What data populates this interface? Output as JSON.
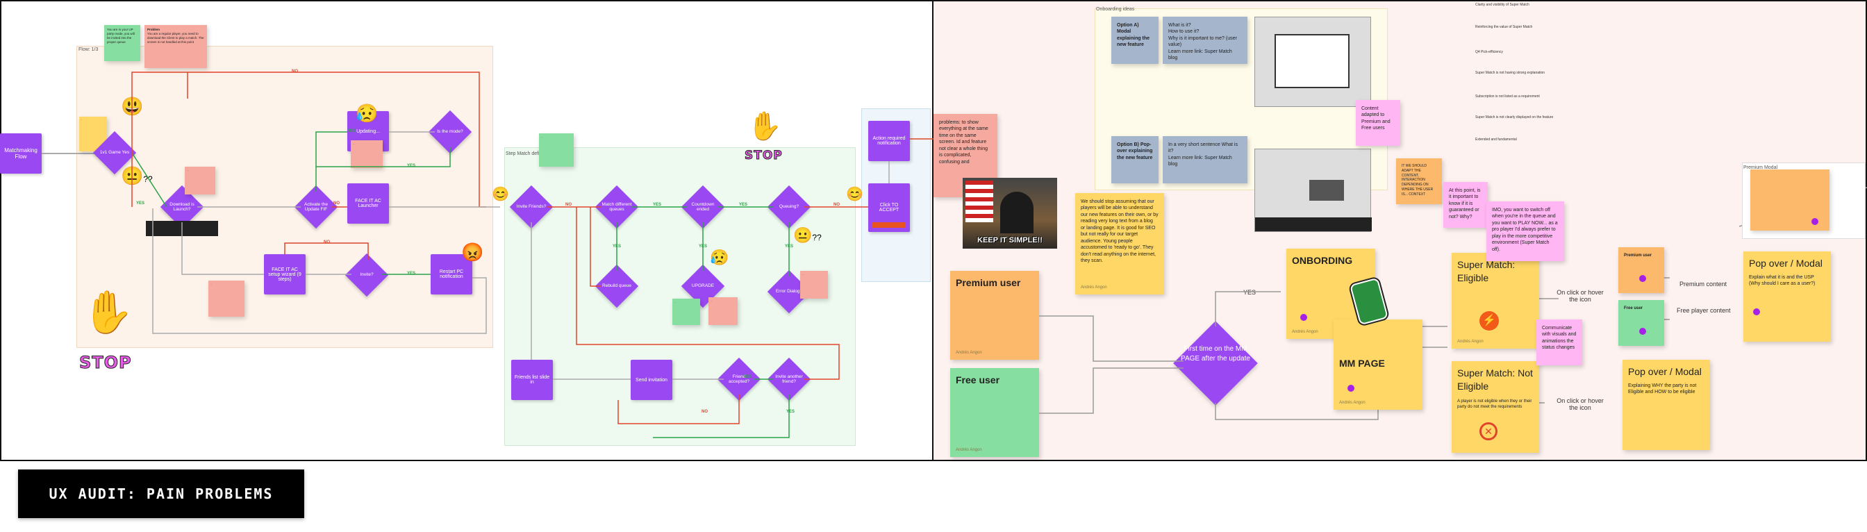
{
  "title_banner": "UX AUDIT: PAIN PROBLEMS",
  "flow": {
    "start_label": "Matchmaking Flow",
    "region_label": "Flow: 1/3",
    "decision_labels": {
      "first": "1v1 Game Yes",
      "download": "Download is Launch?",
      "activate": "Activate the Update FIF",
      "pubg": "Is the mode?",
      "invite": "Invite?"
    },
    "boxes": {
      "updating": "Updating...",
      "facade": "FACE IT AC Launcher",
      "facade2": "FACE IT AC setup wizard (9 steps)",
      "restart": "Restart PC notification",
      "invite_lbl": "Invite?"
    },
    "mid_region_label": "Step Match defining",
    "mid_decisions": [
      "Invite Friends?",
      "Match different queues",
      "Countdown ended",
      "Queuing?",
      "Rebuild queue",
      "UPGRADE",
      "Error Dialog?",
      "Friend accepted?",
      "Invite another friend?"
    ],
    "mid_boxes": {
      "friends": "Friends list slide in",
      "send": "Send invitation",
      "action": "Action required notification",
      "ready": "Click TO ACCEPT"
    },
    "yes": "YES",
    "no": "NO",
    "stop": "STOP",
    "keep_it_simple": "KEEP IT SIMPLE!!"
  },
  "notes_left": {
    "green": "You are in your UP party mode, you will be invited into the proper queue",
    "salmon_title": "Problem",
    "salmon": "You are a regular player, you need to download the Client to play a match. The screen is not handled at this point"
  },
  "problem_note": "problems: to show everything at the same time on the same screen. Id and feature not clear a whole thing is complicated, confusing and",
  "onboarding": {
    "section_label": "Onboarding ideas",
    "option_a_title": "Option A) Modal explaining the new feature",
    "option_a_items": [
      "What is it?",
      "How to use it?",
      "Why is it important to me? (user value)",
      "Learn more link: Super Match blog"
    ],
    "option_b_title": "Option B) Pop-over explaining the new feature",
    "option_b_items": [
      "In a very short sentence What is it?",
      "Learn more link: Super Match blog"
    ],
    "content_adapted": "Content adapted to Premium and Free users",
    "reminder": "IT WE SHOULD ADAPT THE CONTENT, INTERACTION DEPENDING ON WHERE THE USER IS... CONTEXT"
  },
  "right": {
    "assume": "We should stop assuming that our players will be able to understand our new features on their own, or by reading very long text from a blog or landing page. It is good for SEO but not really for our target audience. Young people accustomed to 'ready to go'. They don't read anything on the internet, they scan.",
    "author": "Andrés Angon",
    "premium": "Premium user",
    "free": "Free user",
    "first_time": "First time on the MM PAGE after the update",
    "yes": "YES",
    "onbording": "ONBORDING",
    "mm_page": "MM PAGE",
    "eligible_title": "Super Match: Eligible",
    "not_eligible_title": "Super Match: Not Eligible",
    "not_eligible_body": "A player is not eligible when they or their party do not meet the requirements",
    "on_click": "On click or hover the icon",
    "premium_content": "Premium content",
    "free_player_content": "Free player content",
    "pop_over_title": "Pop over / Modal",
    "pop_over_body": "Explain what it is and the USP (Why should I care as a user?)",
    "pop_over2_body": "Explaining WHY the party is not Eligible and HOW to be eligible",
    "important": "At this point, is it important to know if it is guaranteed or not? Why?",
    "imo": "IMO, you want to switch off when you're in the queue and you want to PLAY NOW... as a pro player I'd always prefer to play in the more competitive environment (Super Match off).",
    "communicate": "Communicate with visuals and animations the status changes",
    "premium_label": "Premium user",
    "free_label": "Free user",
    "premium_modal": "Premium Modal"
  },
  "list_items": [
    "Clarity and visibility of Super Match",
    "Reinforcing the value of Super Match",
    "Q4 Pick-efficiency",
    "Super Match is not having strong explanation",
    "Subscription is not listed as a requirement",
    "Super Match is not clearly displayed on the feature",
    "Extended and fundamental"
  ]
}
